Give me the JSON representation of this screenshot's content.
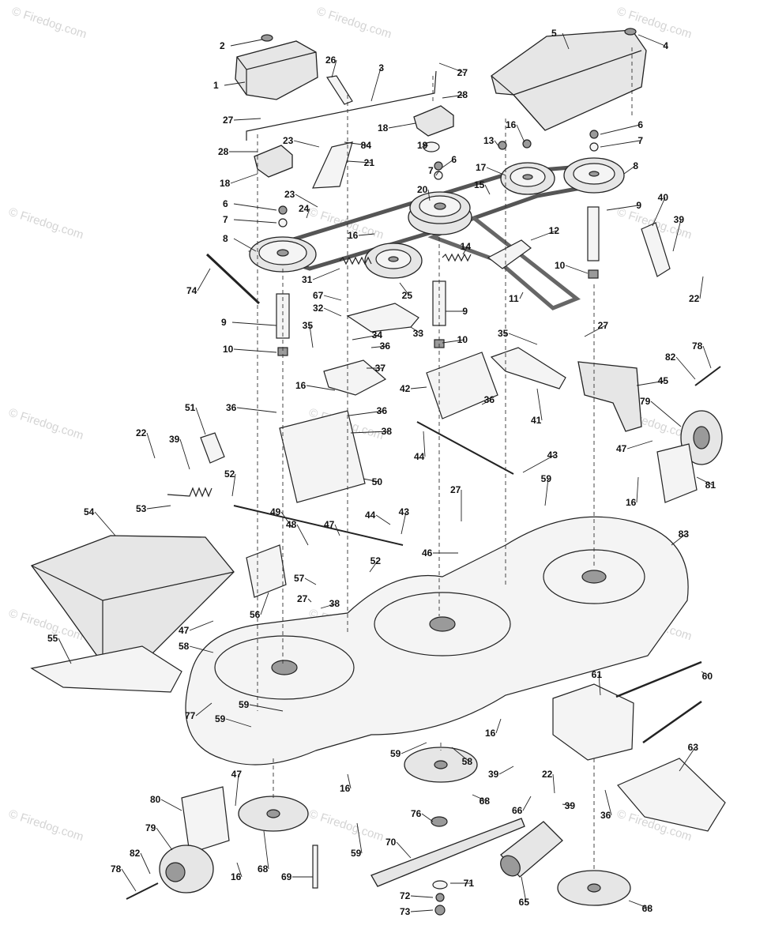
{
  "watermark": {
    "text": "© Firedog.com"
  },
  "callouts": [
    {
      "id": "c2",
      "label": "2"
    },
    {
      "id": "c1",
      "label": "1"
    },
    {
      "id": "c26",
      "label": "26"
    },
    {
      "id": "c3",
      "label": "3"
    },
    {
      "id": "c27a",
      "label": "27"
    },
    {
      "id": "c28a",
      "label": "28"
    },
    {
      "id": "c5",
      "label": "5"
    },
    {
      "id": "c4",
      "label": "4"
    },
    {
      "id": "c27b",
      "label": "27"
    },
    {
      "id": "c28b",
      "label": "28"
    },
    {
      "id": "c18a",
      "label": "18"
    },
    {
      "id": "c18b",
      "label": "18"
    },
    {
      "id": "c23a",
      "label": "23"
    },
    {
      "id": "c84",
      "label": "84"
    },
    {
      "id": "c21",
      "label": "21"
    },
    {
      "id": "c16a",
      "label": "16"
    },
    {
      "id": "c13",
      "label": "13"
    },
    {
      "id": "c19",
      "label": "19"
    },
    {
      "id": "c6a",
      "label": "6"
    },
    {
      "id": "c7a",
      "label": "7"
    },
    {
      "id": "c8a",
      "label": "8"
    },
    {
      "id": "c6b",
      "label": "6"
    },
    {
      "id": "c7b",
      "label": "7"
    },
    {
      "id": "c8b",
      "label": "8"
    },
    {
      "id": "c17",
      "label": "17"
    },
    {
      "id": "c20",
      "label": "20"
    },
    {
      "id": "c15",
      "label": "15"
    },
    {
      "id": "c23b",
      "label": "23"
    },
    {
      "id": "c24",
      "label": "24"
    },
    {
      "id": "c6c",
      "label": "6"
    },
    {
      "id": "c7c",
      "label": "7"
    },
    {
      "id": "c8c",
      "label": "8"
    },
    {
      "id": "c16b",
      "label": "16"
    },
    {
      "id": "c12",
      "label": "12"
    },
    {
      "id": "c9a",
      "label": "9"
    },
    {
      "id": "c40",
      "label": "40"
    },
    {
      "id": "c39a",
      "label": "39"
    },
    {
      "id": "c14",
      "label": "14"
    },
    {
      "id": "c10a",
      "label": "10"
    },
    {
      "id": "c22a",
      "label": "22"
    },
    {
      "id": "c74",
      "label": "74"
    },
    {
      "id": "c31",
      "label": "31"
    },
    {
      "id": "c67",
      "label": "67"
    },
    {
      "id": "c25",
      "label": "25"
    },
    {
      "id": "c11",
      "label": "11"
    },
    {
      "id": "c32",
      "label": "32"
    },
    {
      "id": "c9b",
      "label": "9"
    },
    {
      "id": "c9c",
      "label": "9"
    },
    {
      "id": "c33",
      "label": "33"
    },
    {
      "id": "c35a",
      "label": "35"
    },
    {
      "id": "c34",
      "label": "34"
    },
    {
      "id": "c10b",
      "label": "10"
    },
    {
      "id": "c10c",
      "label": "10"
    },
    {
      "id": "c36a",
      "label": "36"
    },
    {
      "id": "c35b",
      "label": "35"
    },
    {
      "id": "c27c",
      "label": "27"
    },
    {
      "id": "c78a",
      "label": "78"
    },
    {
      "id": "c37",
      "label": "37"
    },
    {
      "id": "c16c",
      "label": "16"
    },
    {
      "id": "c42",
      "label": "42"
    },
    {
      "id": "c82a",
      "label": "82"
    },
    {
      "id": "c45",
      "label": "45"
    },
    {
      "id": "c36b",
      "label": "36"
    },
    {
      "id": "c36c",
      "label": "36"
    },
    {
      "id": "c41",
      "label": "41"
    },
    {
      "id": "c51",
      "label": "51"
    },
    {
      "id": "c38a",
      "label": "38"
    },
    {
      "id": "c79a",
      "label": "79"
    },
    {
      "id": "c22b",
      "label": "22"
    },
    {
      "id": "c39b",
      "label": "39"
    },
    {
      "id": "c44a",
      "label": "44"
    },
    {
      "id": "c43a",
      "label": "43"
    },
    {
      "id": "c47a",
      "label": "47"
    },
    {
      "id": "c52a",
      "label": "52"
    },
    {
      "id": "c50",
      "label": "50"
    },
    {
      "id": "c59a",
      "label": "59"
    },
    {
      "id": "c16d",
      "label": "16"
    },
    {
      "id": "c81",
      "label": "81"
    },
    {
      "id": "c53",
      "label": "53"
    },
    {
      "id": "c54",
      "label": "54"
    },
    {
      "id": "c27d",
      "label": "27"
    },
    {
      "id": "c49",
      "label": "49"
    },
    {
      "id": "c44b",
      "label": "44"
    },
    {
      "id": "c43b",
      "label": "43"
    },
    {
      "id": "c48",
      "label": "48"
    },
    {
      "id": "c47b",
      "label": "47"
    },
    {
      "id": "c83",
      "label": "83"
    },
    {
      "id": "c46",
      "label": "46"
    },
    {
      "id": "c52b",
      "label": "52"
    },
    {
      "id": "c57",
      "label": "57"
    },
    {
      "id": "c27e",
      "label": "27"
    },
    {
      "id": "c56",
      "label": "56"
    },
    {
      "id": "c38b",
      "label": "38"
    },
    {
      "id": "c47c",
      "label": "47"
    },
    {
      "id": "c58a",
      "label": "58"
    },
    {
      "id": "c55",
      "label": "55"
    },
    {
      "id": "c61",
      "label": "61"
    },
    {
      "id": "c60",
      "label": "60"
    },
    {
      "id": "c77",
      "label": "77"
    },
    {
      "id": "c59b",
      "label": "59"
    },
    {
      "id": "c36d",
      "label": "36"
    },
    {
      "id": "c59c",
      "label": "59"
    },
    {
      "id": "c16e",
      "label": "16"
    },
    {
      "id": "c59d",
      "label": "59"
    },
    {
      "id": "c58b",
      "label": "58"
    },
    {
      "id": "c39c",
      "label": "39"
    },
    {
      "id": "c22c",
      "label": "22"
    },
    {
      "id": "c63",
      "label": "63"
    },
    {
      "id": "c47d",
      "label": "47"
    },
    {
      "id": "c16f",
      "label": "16"
    },
    {
      "id": "c68a",
      "label": "68"
    },
    {
      "id": "c66",
      "label": "66"
    },
    {
      "id": "c39d",
      "label": "39"
    },
    {
      "id": "c36e",
      "label": "36"
    },
    {
      "id": "c80",
      "label": "80"
    },
    {
      "id": "c76",
      "label": "76"
    },
    {
      "id": "c79b",
      "label": "79"
    },
    {
      "id": "c59e",
      "label": "59"
    },
    {
      "id": "c70",
      "label": "70"
    },
    {
      "id": "c16g",
      "label": "16"
    },
    {
      "id": "c82b",
      "label": "82"
    },
    {
      "id": "c68b",
      "label": "68"
    },
    {
      "id": "c78b",
      "label": "78"
    },
    {
      "id": "c69",
      "label": "69"
    },
    {
      "id": "c71",
      "label": "71"
    },
    {
      "id": "c65",
      "label": "65"
    },
    {
      "id": "c68c",
      "label": "68"
    },
    {
      "id": "c72",
      "label": "72"
    },
    {
      "id": "c73",
      "label": "73"
    }
  ]
}
